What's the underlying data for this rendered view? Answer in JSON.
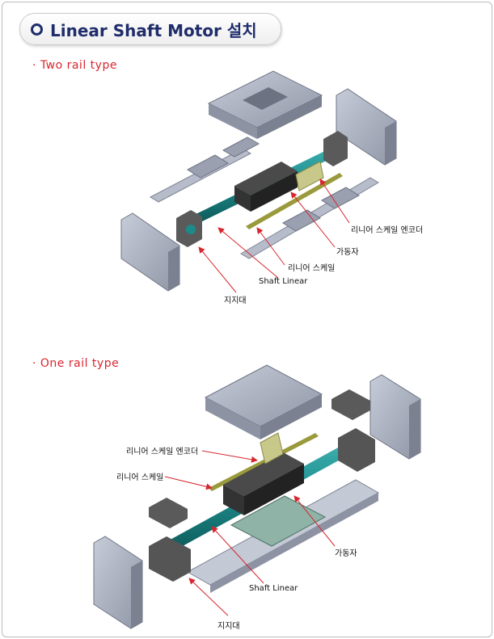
{
  "page_title": "Linear Shaft Motor 설치",
  "sections": [
    {
      "heading": "· Two rail type",
      "labels": {
        "encoder": "리니어 스케일 엔코더",
        "mover": "가동자",
        "scale": "리니어 스케일",
        "shaft": "Shaft Linear",
        "support": "지지대"
      }
    },
    {
      "heading": "· One rail type",
      "labels": {
        "encoder": "리니어 스케일 엔코더",
        "scale": "리니어 스케일",
        "mover": "가동자",
        "shaft": "Shaft Linear",
        "support": "지지대"
      }
    }
  ],
  "colors": {
    "title": "#1f2d6b",
    "heading": "#d8262e",
    "arrow": "#d8262e",
    "shaft": "#1d8a8a",
    "motor": "#2b2b2b",
    "plate": "#a7aebd",
    "scale": "#9a9a3c"
  }
}
